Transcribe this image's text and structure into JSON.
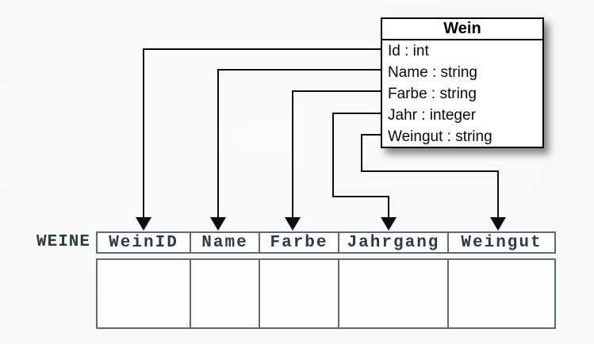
{
  "diagram_type": "uml-class-to-relational-table-mapping",
  "background_color": "#f7f8f8",
  "colors": {
    "class_box_border": "#000000",
    "class_box_fill": "#ffffff",
    "class_box_text": "#000000",
    "connector": "#0d0d0d",
    "table_border": "#5c6b70",
    "table_text": "#2e3c42",
    "table_fill": "#fdfdfd"
  },
  "class_box": {
    "title": "Wein",
    "attributes": [
      {
        "name": "Id",
        "type": "int",
        "label": "Id : int"
      },
      {
        "name": "Name",
        "type": "string",
        "label": "Name : string"
      },
      {
        "name": "Farbe",
        "type": "string",
        "label": "Farbe : string"
      },
      {
        "name": "Jahr",
        "type": "integer",
        "label": "Jahr : integer"
      },
      {
        "name": "Weingut",
        "type": "string",
        "label": "Weingut : string"
      }
    ]
  },
  "table": {
    "name": "WEINE",
    "columns": [
      "WeinID",
      "Name",
      "Farbe",
      "Jahrgang",
      "Weingut"
    ],
    "body_rows": 1,
    "body_cells_empty": true
  },
  "mappings": [
    {
      "from": "Id",
      "to": "WeinID"
    },
    {
      "from": "Name",
      "to": "Name"
    },
    {
      "from": "Farbe",
      "to": "Farbe"
    },
    {
      "from": "Jahr",
      "to": "Jahrgang"
    },
    {
      "from": "Weingut",
      "to": "Weingut"
    }
  ]
}
